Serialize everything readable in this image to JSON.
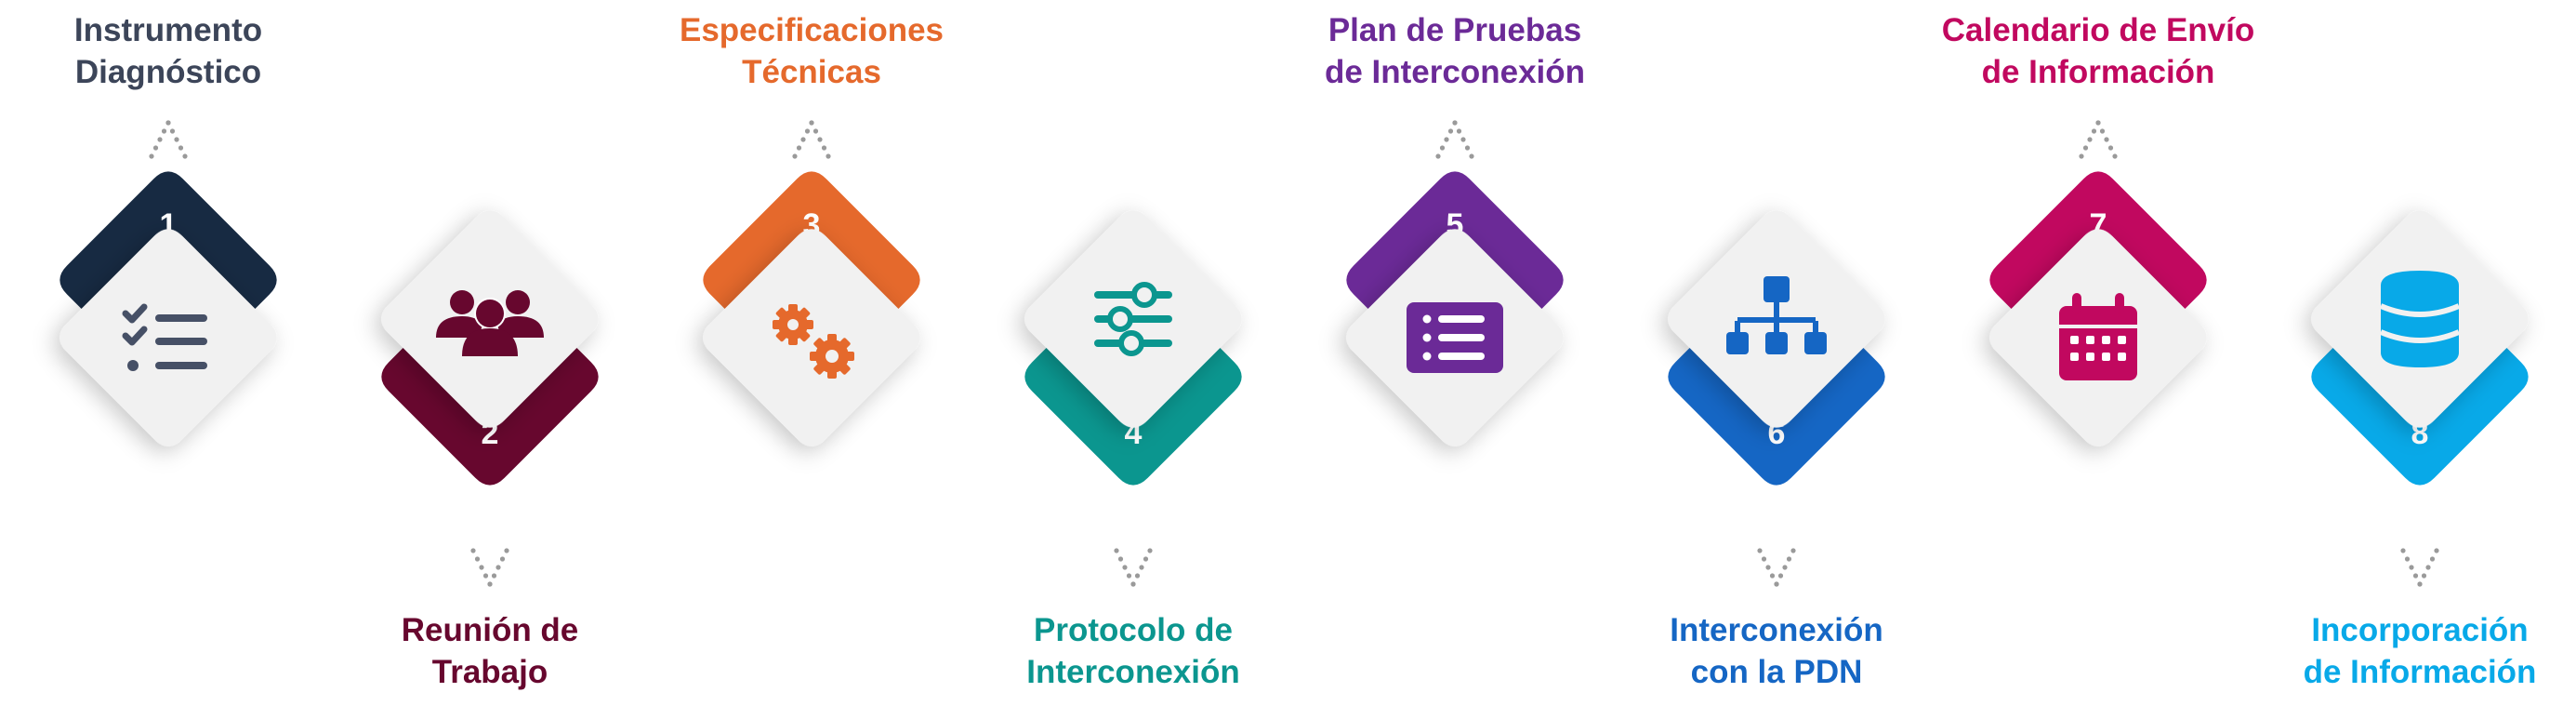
{
  "steps": [
    {
      "number": "1",
      "line1": "Instrumento",
      "line2": "Diagnóstico",
      "color": "#172a42",
      "text_color": "#3c4559",
      "label_position": "top",
      "icon": "checklist-icon"
    },
    {
      "number": "2",
      "line1": "Reunión de",
      "line2": "Trabajo",
      "color": "#67072e",
      "text_color": "#67072e",
      "label_position": "bottom",
      "icon": "team-icon"
    },
    {
      "number": "3",
      "line1": "Especificaciones",
      "line2": "Técnicas",
      "color": "#e5692c",
      "text_color": "#e5692c",
      "label_position": "top",
      "icon": "gears-icon"
    },
    {
      "number": "4",
      "line1": "Protocolo de",
      "line2": "Interconexión",
      "color": "#0b968f",
      "text_color": "#0b968f",
      "label_position": "bottom",
      "icon": "sliders-icon"
    },
    {
      "number": "5",
      "line1": "Plan de Pruebas",
      "line2": "de Interconexión",
      "color": "#6b2a97",
      "text_color": "#6b2a97",
      "label_position": "top",
      "icon": "list-icon"
    },
    {
      "number": "6",
      "line1": "Interconexión",
      "line2": "con la PDN",
      "color": "#1566c4",
      "text_color": "#1566c4",
      "label_position": "bottom",
      "icon": "sitemap-icon"
    },
    {
      "number": "7",
      "line1": "Calendario de Envío",
      "line2": "de Información",
      "color": "#c1085f",
      "text_color": "#c1085f",
      "label_position": "top",
      "icon": "calendar-icon"
    },
    {
      "number": "8",
      "line1": "Incorporación",
      "line2": "de Información",
      "color": "#08a9e8",
      "text_color": "#08a9e8",
      "label_position": "bottom",
      "icon": "database-icon"
    }
  ],
  "colors": {
    "card": "#f1f1f1",
    "dots": "#9a9a9a"
  }
}
